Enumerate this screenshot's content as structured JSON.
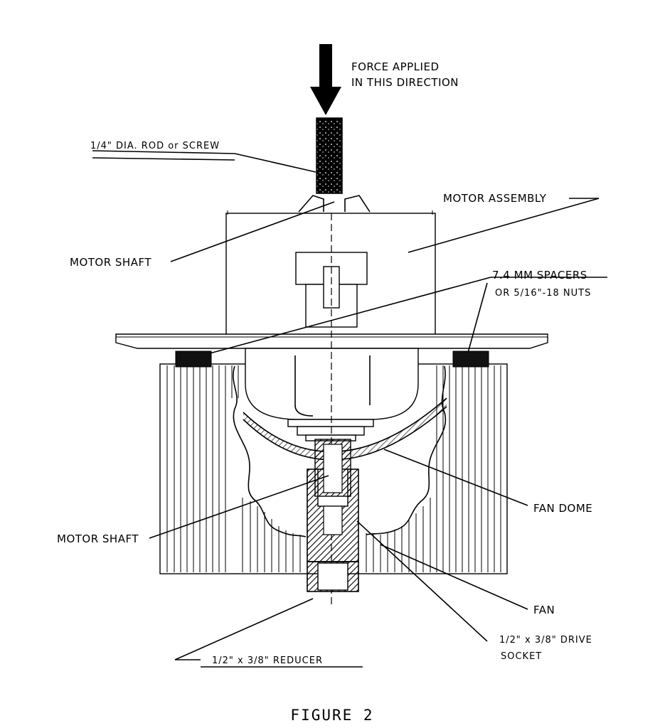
{
  "diagram": {
    "labels": {
      "force_line1": "FORCE APPLIED",
      "force_line2": "IN THIS DIRECTION",
      "rod": "1/4\" DIA. ROD or SCREW",
      "motor_assembly": "MOTOR ASSEMBLY",
      "motor_shaft_top": "MOTOR SHAFT",
      "spacers_line1": "7.4 MM SPACERS",
      "spacers_line2": "OR 5/16\"-18 NUTS",
      "fan_dome": "FAN DOME",
      "motor_shaft_bottom": "MOTOR SHAFT",
      "fan": "FAN",
      "drive_socket_line1": "1/2\" x 3/8\" DRIVE",
      "drive_socket_line2": "SOCKET",
      "reducer": "1/2\" x 3/8\" REDUCER"
    },
    "caption": "FIGURE 2"
  }
}
